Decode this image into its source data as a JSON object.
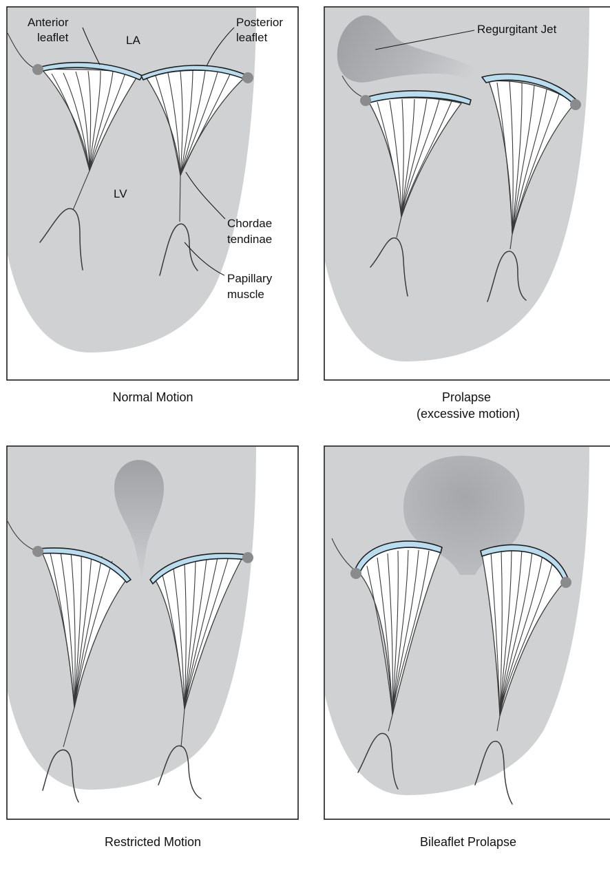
{
  "panels": [
    {
      "caption": [
        "Normal Motion"
      ],
      "labels": {
        "anterior_leaflet": [
          "Anterior",
          "leaflet"
        ],
        "left_atrium": "LA",
        "posterior_leaflet": [
          "Posterior",
          "leaflet"
        ],
        "left_ventricle": "LV",
        "chordae_tendinae": [
          "Chordae",
          "tendinae"
        ],
        "papillary_muscle": [
          "Papillary",
          "muscle"
        ]
      }
    },
    {
      "caption": [
        "Prolapse",
        "(excessive motion)"
      ],
      "labels": {
        "regurgitant_jet": "Regurgitant Jet"
      }
    },
    {
      "caption": [
        "Restricted Motion"
      ]
    },
    {
      "caption": [
        "Bileaflet Prolapse"
      ]
    }
  ],
  "colors": {
    "ventricle": "#cfd1d3",
    "leaflet": "#b9dcef",
    "annulus": "#8a8b8d",
    "jet": "#a3a5a8"
  }
}
